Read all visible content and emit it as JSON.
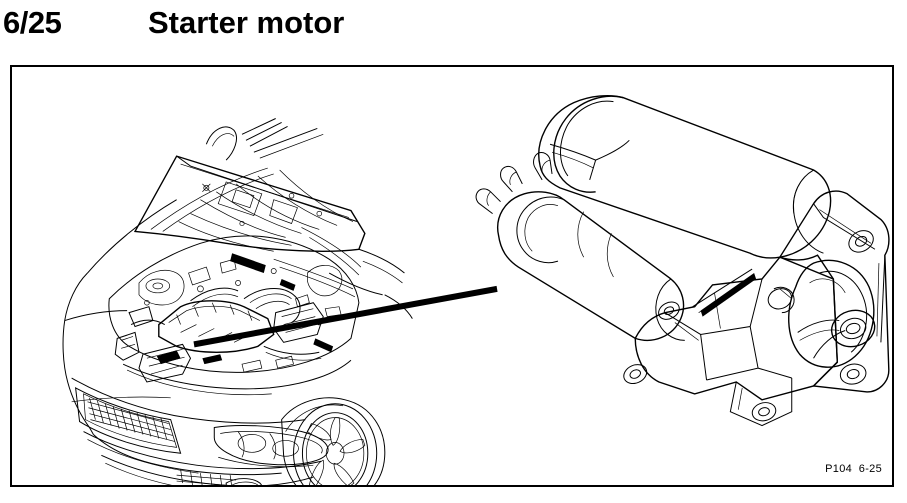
{
  "header": {
    "section_number": "6/25",
    "title": "Starter motor"
  },
  "figure": {
    "caption": "P104  6-25",
    "border_color": "#000000",
    "background_color": "#ffffff",
    "line_color": "#000000",
    "illustration_type": "technical line drawing",
    "subjects": [
      {
        "name": "vehicle-engine-bay",
        "description": "Front three-quarter view of a car with the hood raised showing the engine compartment, front bumper, grille, headlamp and front alloy wheel"
      },
      {
        "name": "starter-motor",
        "description": "Enlarged detail view of the starter motor assembly with solenoid cylinder, motor body, mounting flange with bolt holes and pinion drive housing"
      },
      {
        "name": "leader-line",
        "description": "Thick black leader line linking the starter motor location in the engine bay to the enlarged starter motor detail"
      }
    ]
  }
}
